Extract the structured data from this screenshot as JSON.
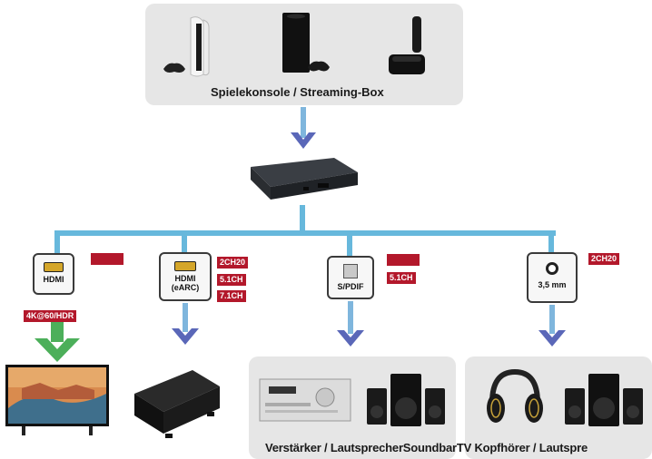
{
  "top": {
    "label": "Spielekonsole / Streaming-Box"
  },
  "ports": [
    {
      "label": "HDMI",
      "badges": [
        ""
      ],
      "under": "4K@60/HDR"
    },
    {
      "label_line1": "HDMI",
      "label_line2": "(eARC)",
      "badges": [
        "2CH20",
        "5.1CH",
        "7.1CH"
      ]
    },
    {
      "label": "S/PDIF",
      "badges": [
        "",
        "5.1CH"
      ]
    },
    {
      "label": "3,5 mm",
      "badges": [
        "2CH20"
      ]
    }
  ],
  "bottom": {
    "caption": "Verstärker / LautsprecherSoundbarTV Kopfhörer / Lautspre"
  },
  "colors": {
    "wire": "#67b8dc",
    "badge": "#b3182b",
    "arrow_blue": "#5a67b8",
    "arrow_green": "#4caf5a",
    "panel": "#e6e6e6"
  }
}
